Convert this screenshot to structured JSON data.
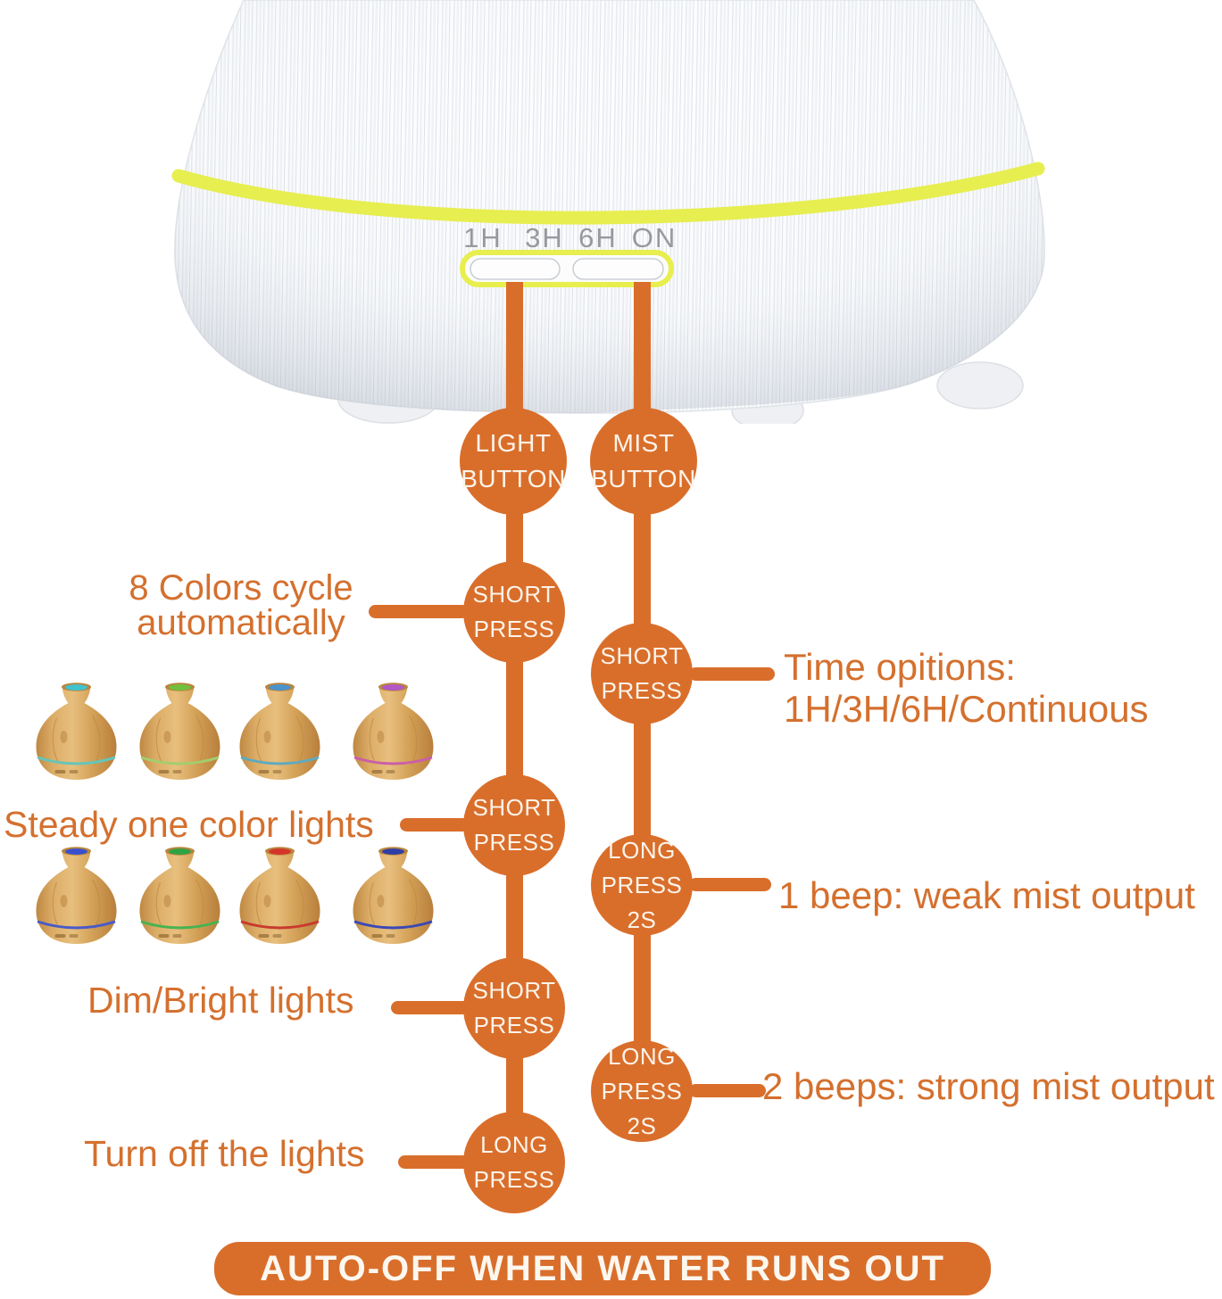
{
  "palette": {
    "orange": "#D96E2B",
    "orange_text": "#D4702E",
    "ring_yellow": "#E7EE50",
    "device_label_gray": "#97999E"
  },
  "device": {
    "timer_options": [
      "1H",
      "3H",
      "6H",
      "ON"
    ]
  },
  "flowchart": {
    "light_button": {
      "label1": "LIGHT",
      "label2": "BUTTON"
    },
    "mist_button": {
      "label1": "MIST",
      "label2": "BUTTON"
    },
    "light_steps": [
      {
        "press1": "SHORT",
        "press2": "PRESS",
        "label": "8 Colors cycle",
        "label2": "automatically"
      },
      {
        "press1": "SHORT",
        "press2": "PRESS",
        "label": "Steady one color lights"
      },
      {
        "press1": "SHORT",
        "press2": "PRESS",
        "label": "Dim/Bright lights"
      },
      {
        "press1": "LONG",
        "press2": "PRESS",
        "label": "Turn off the lights"
      }
    ],
    "mist_steps": [
      {
        "press1": "SHORT",
        "press2": "PRESS",
        "label": "Time opitions:",
        "label2": "1H/3H/6H/Continuous"
      },
      {
        "press1": "LONG",
        "press2": "PRESS 2S",
        "label": "1 beep: weak mist output"
      },
      {
        "press1": "LONG",
        "press2": "PRESS 2S",
        "label": "2 beeps: strong mist output"
      }
    ]
  },
  "diffuser_light_examples": {
    "auto_cycle": [
      {
        "glow": "#3FC3CE",
        "band": "#63C6BA"
      },
      {
        "glow": "#6FC03F",
        "band": "#A3CD6E"
      },
      {
        "glow": "#4A93CC",
        "band": "#5FAABE"
      },
      {
        "glow": "#B357C6",
        "band": "#CB5FA8"
      }
    ],
    "steady": [
      {
        "glow": "#3A4FD0",
        "band": "#4A5BC8"
      },
      {
        "glow": "#2FA344",
        "band": "#46B350"
      },
      {
        "glow": "#D5342A",
        "band": "#C93A2E"
      },
      {
        "glow": "#2E3EA8",
        "band": "#3A49B5"
      }
    ]
  },
  "banner": {
    "text": "AUTO-OFF WHEN WATER RUNS OUT"
  }
}
